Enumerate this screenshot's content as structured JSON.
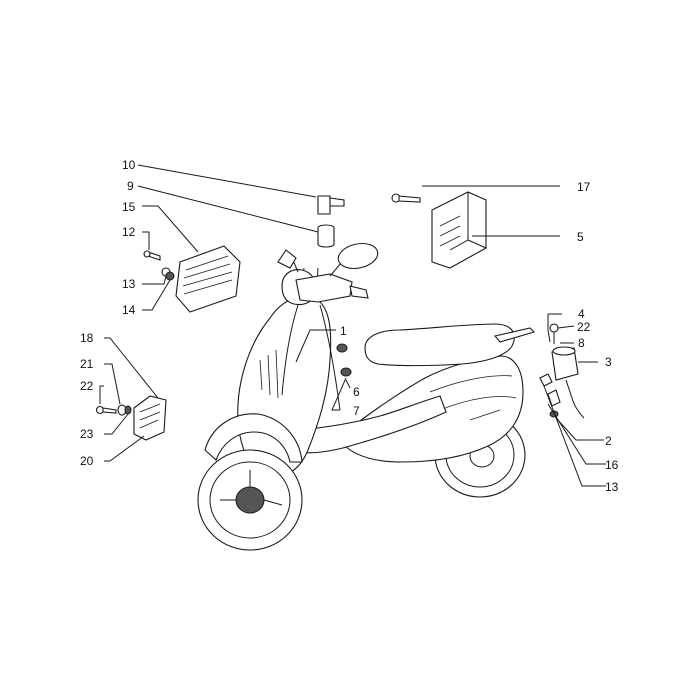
{
  "callouts": [
    {
      "id": "c10a",
      "label": "10"
    },
    {
      "id": "c9",
      "label": "9"
    },
    {
      "id": "c15",
      "label": "15"
    },
    {
      "id": "c12",
      "label": "12"
    },
    {
      "id": "c13a",
      "label": "13"
    },
    {
      "id": "c14",
      "label": "14"
    },
    {
      "id": "c17",
      "label": "17"
    },
    {
      "id": "c5",
      "label": "5"
    },
    {
      "id": "c4",
      "label": "4"
    },
    {
      "id": "c22a",
      "label": "22"
    },
    {
      "id": "c8",
      "label": "8"
    },
    {
      "id": "c3",
      "label": "3"
    },
    {
      "id": "c2",
      "label": "2"
    },
    {
      "id": "c16",
      "label": "16"
    },
    {
      "id": "c13b",
      "label": "13"
    },
    {
      "id": "c1",
      "label": "1"
    },
    {
      "id": "c6",
      "label": "6"
    },
    {
      "id": "c7",
      "label": "7"
    },
    {
      "id": "c18",
      "label": "18"
    },
    {
      "id": "c21",
      "label": "21"
    },
    {
      "id": "c22b",
      "label": "22"
    },
    {
      "id": "c23",
      "label": "23"
    },
    {
      "id": "c20",
      "label": "20"
    }
  ],
  "colors": {
    "line": "#1a1a1a",
    "background": "#ffffff"
  }
}
